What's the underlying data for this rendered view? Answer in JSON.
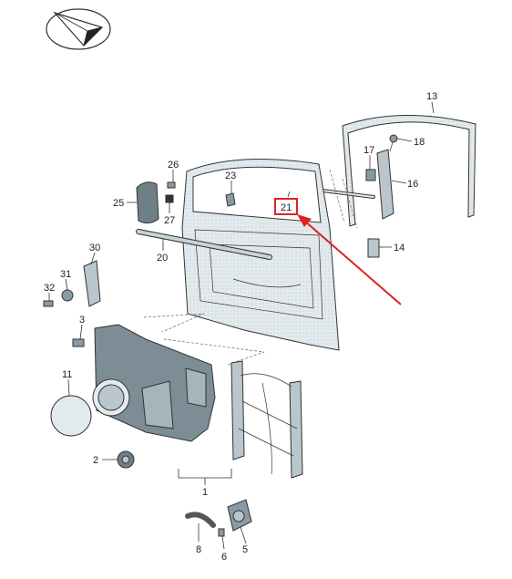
{
  "colors": {
    "part_fill": "#dde5ea",
    "part_dark": "#8a9aa4",
    "highlight_box": "#e02020",
    "arrow": "#e02020",
    "label": "#222222"
  },
  "logo": {
    "icon": "paper-plane-logo-icon"
  },
  "callouts": [
    {
      "id": "13",
      "text": "13"
    },
    {
      "id": "18",
      "text": "18"
    },
    {
      "id": "17",
      "text": "17"
    },
    {
      "id": "16",
      "text": "16"
    },
    {
      "id": "26",
      "text": "26"
    },
    {
      "id": "23",
      "text": "23"
    },
    {
      "id": "25",
      "text": "25"
    },
    {
      "id": "27",
      "text": "27"
    },
    {
      "id": "21",
      "text": "21"
    },
    {
      "id": "14",
      "text": "14"
    },
    {
      "id": "20",
      "text": "20"
    },
    {
      "id": "30",
      "text": "30"
    },
    {
      "id": "31",
      "text": "31"
    },
    {
      "id": "32",
      "text": "32"
    },
    {
      "id": "3",
      "text": "3"
    },
    {
      "id": "11",
      "text": "11"
    },
    {
      "id": "2",
      "text": "2"
    },
    {
      "id": "1",
      "text": "1"
    },
    {
      "id": "8",
      "text": "8"
    },
    {
      "id": "6",
      "text": "6"
    },
    {
      "id": "5",
      "text": "5"
    }
  ],
  "highlighted_part": "21"
}
